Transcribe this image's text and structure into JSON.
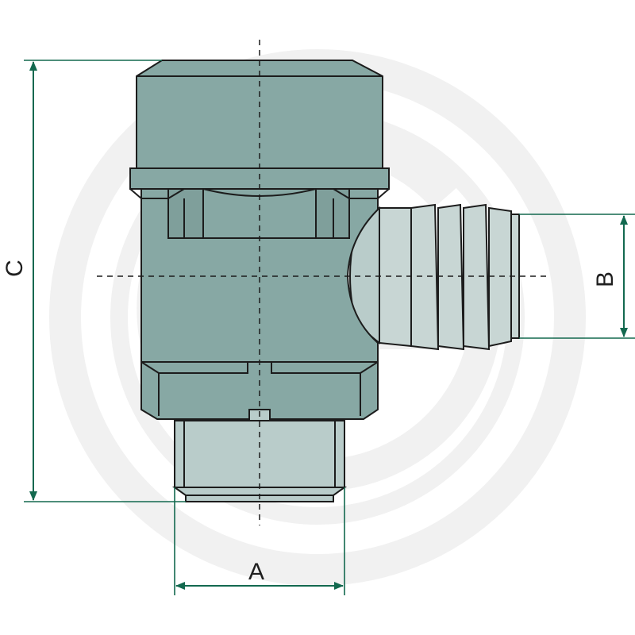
{
  "diagram": {
    "dimensions": {
      "a_label": "A",
      "b_label": "B",
      "c_label": "C"
    },
    "colors": {
      "body": "#87a8a4",
      "body_light": "#b9ccca",
      "dimension": "#13694f",
      "outline": "#1c1c1c"
    }
  }
}
